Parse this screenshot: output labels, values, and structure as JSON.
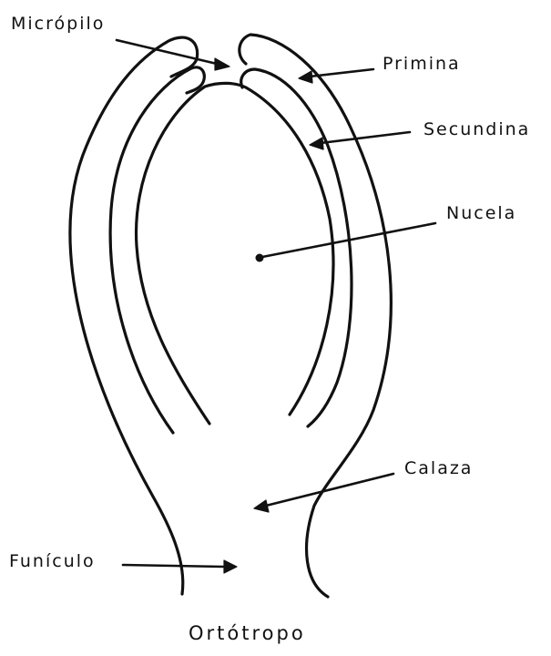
{
  "labels": {
    "micropilo": "Micrópilo",
    "primina": "Primina",
    "secundina": "Secundina",
    "nucela": "Nucela",
    "calaza": "Calaza",
    "funiculo": "Funículo"
  },
  "caption": "Ortótropo",
  "colors": {
    "ink": "#111111",
    "paper": "#ffffff"
  }
}
